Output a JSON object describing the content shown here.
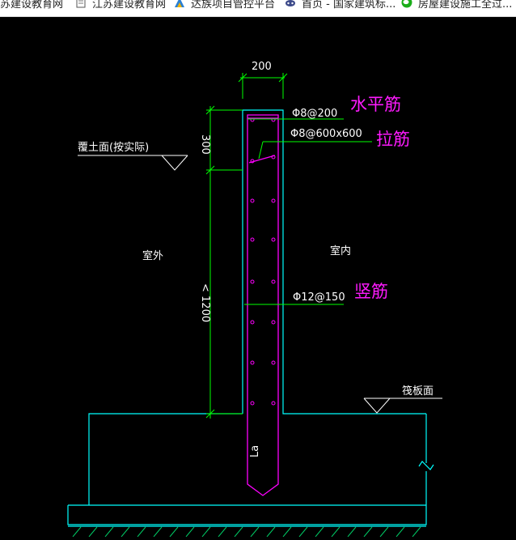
{
  "bookmarks": [
    {
      "label": "苏建设教育网",
      "icon": "page-icon"
    },
    {
      "label": "江苏建设教育网",
      "icon": "document-icon"
    },
    {
      "label": "达族项目管控平台",
      "icon": "logo-icon"
    },
    {
      "label": "首页 - 国家建筑标...",
      "icon": "gamepad-icon"
    },
    {
      "label": "房屋建设施工全过...",
      "icon": "chat-icon"
    }
  ],
  "drawing": {
    "dim_width": "200",
    "dim_top": "300",
    "dim_wall_height": "< 1200",
    "callout_horizontal": "Φ8@200",
    "callout_tie": "Φ8@600x600",
    "callout_vertical": "Φ12@150",
    "label_horizontal_bar": "水平筋",
    "label_tie_bar": "拉筋",
    "label_vertical_bar": "竖筋",
    "label_backfill": "覆土面(按实际)",
    "label_outdoor": "室外",
    "label_indoor": "室内",
    "label_raft": "筏板面",
    "label_anchor": "La",
    "colors": {
      "background": "#000000",
      "outline": "#00ffff",
      "rebar": "#ff00ff",
      "dimension": "#00ff00",
      "text": "#ffffff",
      "annotation": "#ff1aff"
    }
  }
}
